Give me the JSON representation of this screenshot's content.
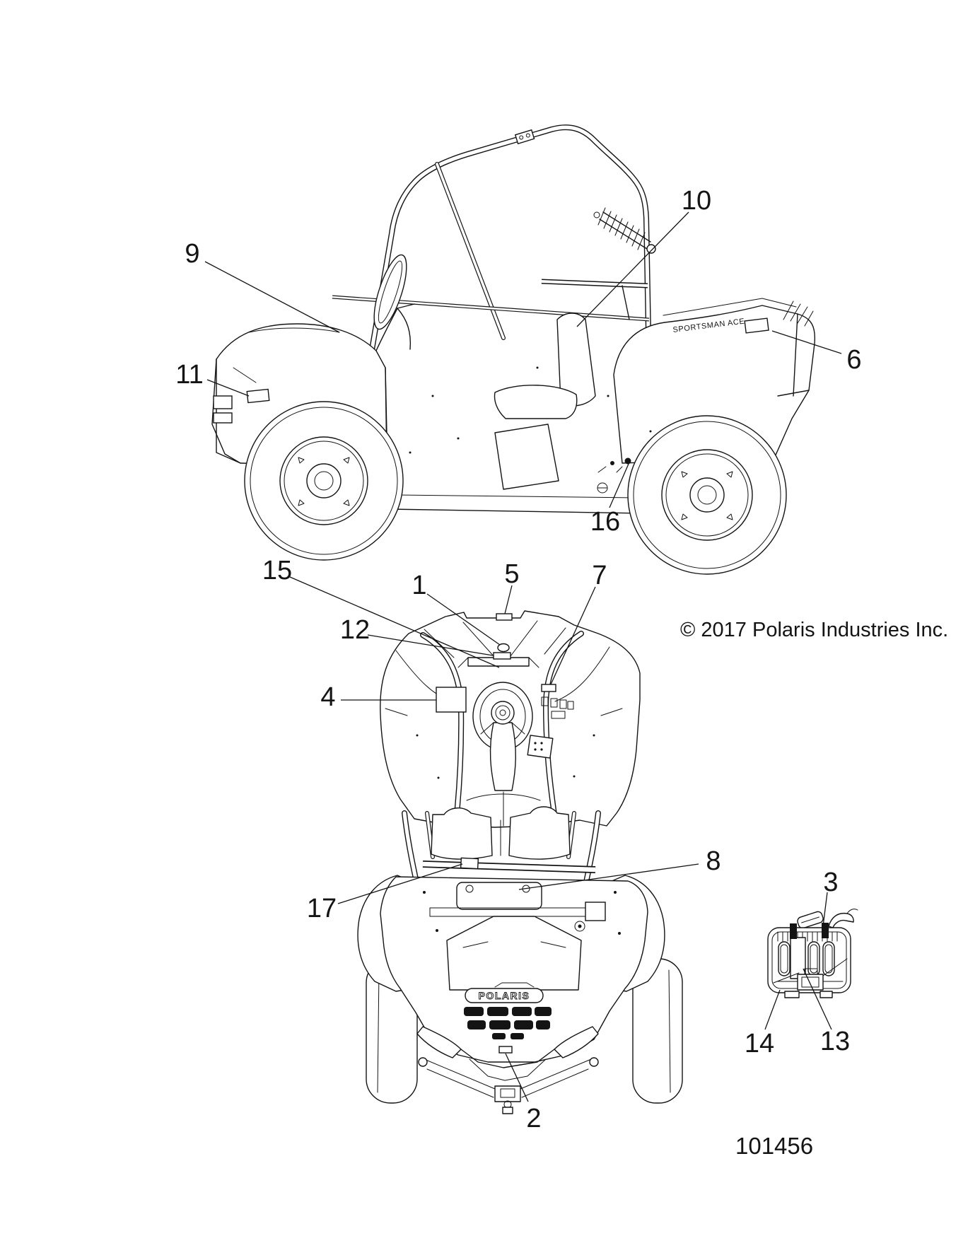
{
  "diagram": {
    "copyright": "© 2017 Polaris Industries Inc.",
    "figure_number": "101456",
    "decal_text": "SPORTSMAN ACE",
    "brand_text": "POLARIS"
  },
  "colors": {
    "ink": "#141414",
    "paper": "#ffffff"
  },
  "callouts": {
    "c1": "1",
    "c2": "2",
    "c3": "3",
    "c4": "4",
    "c5": "5",
    "c6": "6",
    "c7": "7",
    "c8": "8",
    "c9": "9",
    "c10": "10",
    "c11": "11",
    "c12": "12",
    "c13": "13",
    "c14": "14",
    "c15": "15",
    "c16": "16",
    "c17": "17"
  }
}
